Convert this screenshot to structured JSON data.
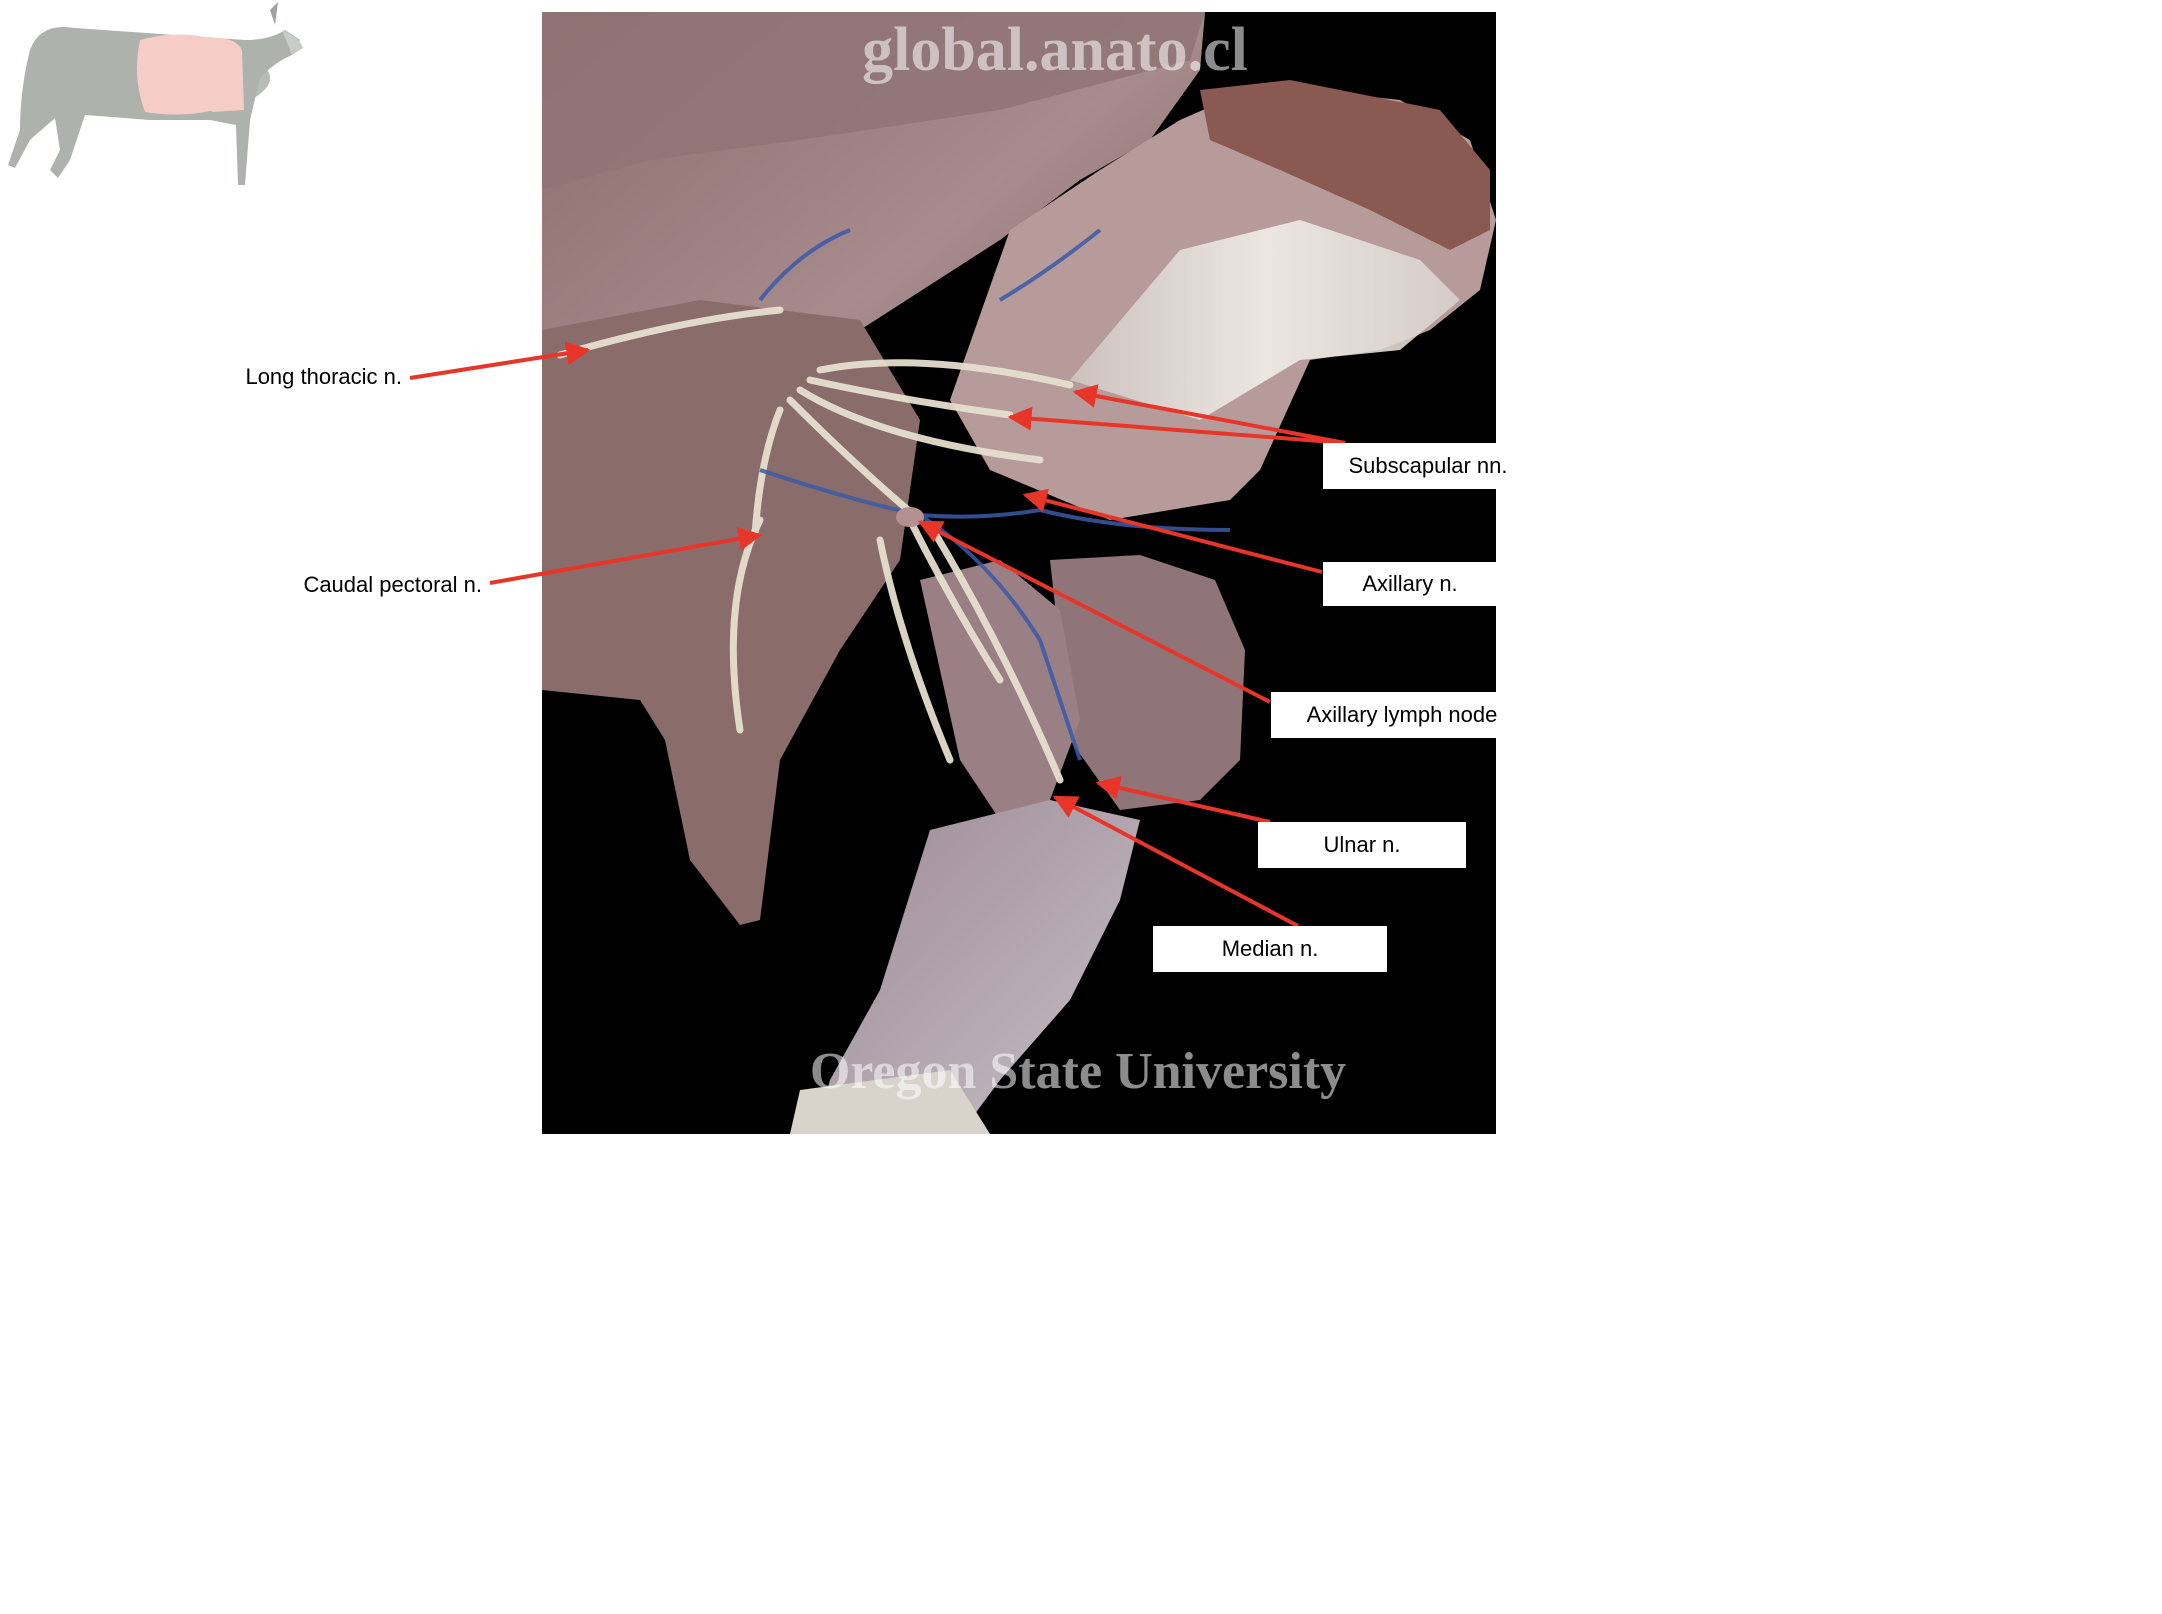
{
  "watermarks": {
    "top": "global.anato.cl",
    "bottom": "Oregon State University"
  },
  "labels": {
    "long_thoracic": "Long thoracic n.",
    "caudal_pectoral": "Caudal pectoral n.",
    "subscapular": "Subscapular nn.",
    "axillary": "Axillary n.",
    "axillary_lymph_node": "Axillary lymph node",
    "ulnar": "Ulnar n.",
    "median": "Median n."
  },
  "colors": {
    "arrow": "#e8352a",
    "photo_background": "#000000",
    "region_highlight": "#f6cdc6"
  },
  "icons": {
    "goat_thumbnail": "goat-icon",
    "dissection_photo": "axillary-dissection-image"
  }
}
